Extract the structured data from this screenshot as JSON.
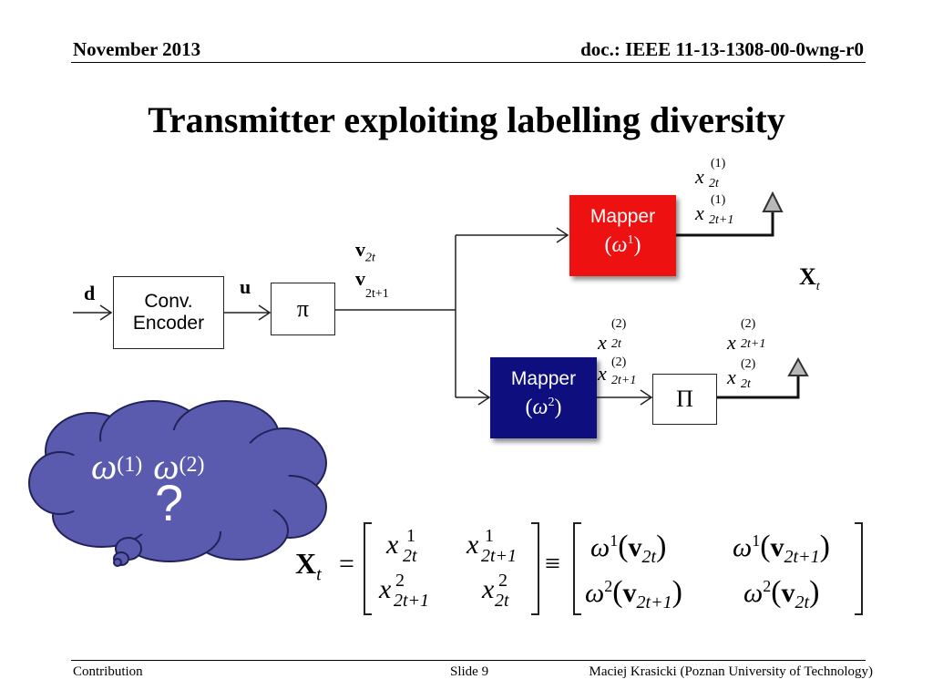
{
  "header": {
    "date": "November 2013",
    "doc": "doc.: IEEE 11-13-1308-00-0wng-r0"
  },
  "slide": {
    "title": "Transmitter exploiting labelling diversity"
  },
  "diagram": {
    "input_label": "d",
    "encoder_line1": "Conv.",
    "encoder_line2": "Encoder",
    "u_label": "u",
    "interleaver_symbol": "π",
    "v_top_base": "v",
    "v_top_sub": "2t",
    "v_bottom_base": "v",
    "v_bottom_sub": "2t+1",
    "mapper1": {
      "label": "Mapper",
      "omega": "ω",
      "exp": "1",
      "color": "#ee1111"
    },
    "mapper2": {
      "label": "Mapper",
      "omega": "ω",
      "exp": "2",
      "color": "#0e0e7e"
    },
    "permuter_symbol": "Π",
    "output_base": "X",
    "output_sub": "t",
    "x_symbol": "x",
    "sup1": "(1)",
    "sup2": "(2)",
    "sub_2t": "2t",
    "sub_2t1": "2t+1"
  },
  "cloud": {
    "omega": "ω",
    "sup1": "(1)",
    "sup2": "(2)",
    "question": "?",
    "fill": "#5a5aae"
  },
  "equation": {
    "lhs_base": "X",
    "lhs_sub": "t",
    "eq": "=",
    "equiv": "≡",
    "x": "x",
    "omega": "ω",
    "v": "v",
    "one": "1",
    "two": "2",
    "s2t": "2t",
    "s2t1": "2t+1"
  },
  "footer": {
    "left": "Contribution",
    "center": "Slide 9",
    "right": "Maciej Krasicki (Poznan University of Technology)"
  }
}
